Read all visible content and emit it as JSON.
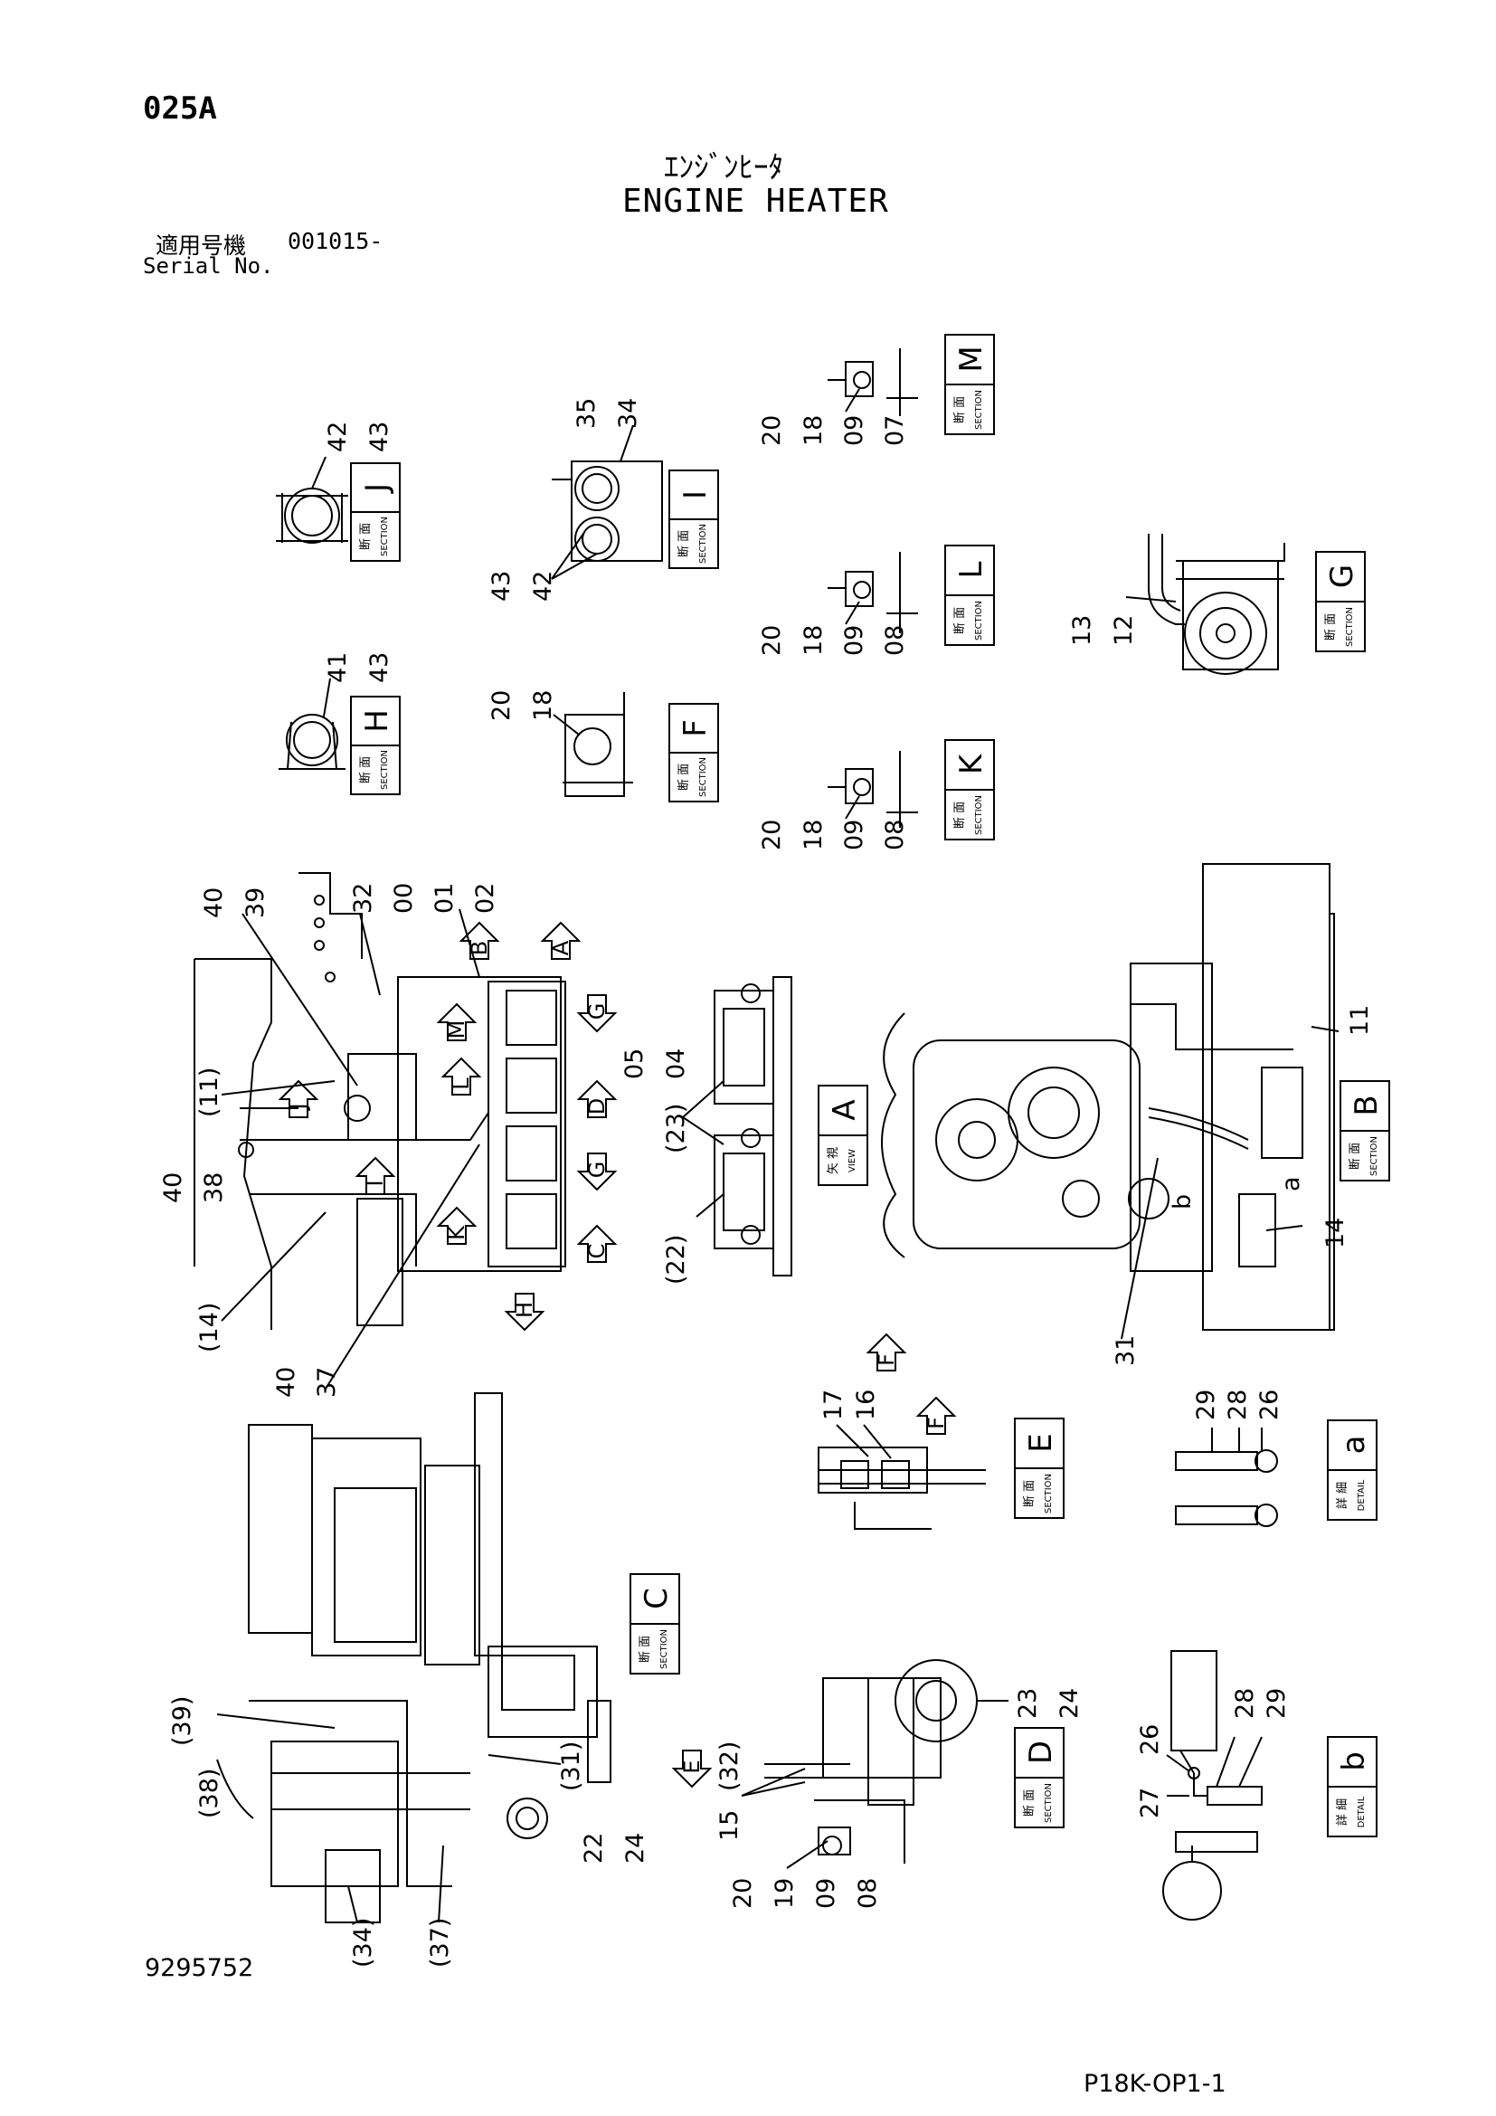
{
  "header": {
    "page_code": "025A",
    "title_jp": "ｴﾝｼﾞﾝﾋｰﾀ",
    "title_en": "ENGINE HEATER",
    "serial_label_jp": "適用号機",
    "serial_number": "001015-",
    "serial_label_en": "Serial No."
  },
  "footer": {
    "drawing_number": "9295752",
    "sheet_code": "P18K-OP1-1"
  },
  "box_words": {
    "section_jp": "断 面",
    "section_en": "SECTION",
    "detail_jp": "詳 細",
    "detail_en": "DETAIL",
    "view_jp": "矢 視",
    "view_en": "VIEW"
  },
  "views": {
    "J": {
      "letter": "J",
      "refs": [
        "42",
        "43"
      ]
    },
    "I": {
      "letter": "I",
      "refs_top": [
        "35",
        "34"
      ],
      "refs_bottom": [
        "43",
        "42"
      ]
    },
    "H": {
      "letter": "H",
      "refs": [
        "41",
        "43"
      ]
    },
    "F": {
      "letter": "F",
      "refs": [
        "20",
        "18"
      ]
    },
    "M": {
      "letter": "M",
      "refs": [
        "20",
        "18",
        "09",
        "07"
      ]
    },
    "L": {
      "letter": "L",
      "refs": [
        "20",
        "18",
        "09",
        "08"
      ]
    },
    "K": {
      "letter": "K",
      "refs": [
        "20",
        "18",
        "09",
        "08"
      ]
    },
    "G": {
      "letter": "G",
      "refs": [
        "13",
        "12"
      ]
    },
    "A": {
      "letter": "A",
      "refs": [
        "05",
        "04",
        "(23)",
        "(22)"
      ]
    },
    "B": {
      "letter": "B",
      "refs": [
        "11",
        "14",
        "31",
        "a",
        "b"
      ]
    },
    "E": {
      "letter": "E",
      "refs": [
        "17",
        "16"
      ]
    },
    "a": {
      "letter": "a",
      "refs": [
        "29",
        "28",
        "26"
      ]
    },
    "C": {
      "letter": "C",
      "refs": [
        "(38)",
        "(39)",
        "(34)",
        "(37)",
        "(31)",
        "22",
        "24"
      ]
    },
    "D": {
      "letter": "D",
      "refs": [
        "23",
        "24",
        "15",
        "(32)",
        "20",
        "19",
        "09",
        "08"
      ]
    },
    "b": {
      "letter": "b",
      "refs": [
        "26",
        "27",
        "28",
        "29"
      ]
    }
  },
  "main_view": {
    "refs": [
      "40",
      "39",
      "32",
      "00",
      "01",
      "02",
      "(11)",
      "40",
      "38",
      "(14)",
      "40",
      "37"
    ],
    "arrow_letters": [
      "B",
      "A",
      "G",
      "M",
      "L",
      "J",
      "D",
      "G",
      "I",
      "K",
      "C",
      "H",
      "F",
      "F",
      "E"
    ]
  }
}
